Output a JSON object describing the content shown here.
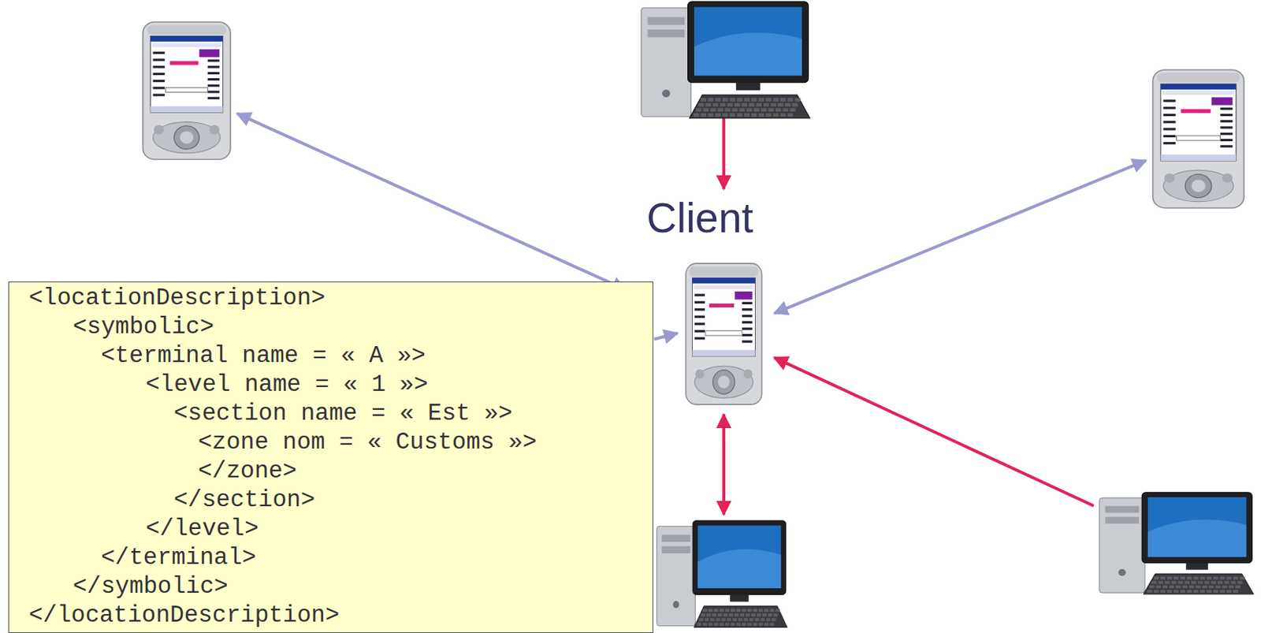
{
  "diagram": {
    "nodes": [
      {
        "text": []
      },
      {
        "text": []
      },
      {
        "text": []
      },
      {
        "text": [
          "Client"
        ]
      },
      {
        "text": [
          "<locationDescription>",
          "<symbolic>",
          "<terminal name = « A »>",
          "<level name = « 1 »>",
          "<section name = « Est »>",
          "<zone nom = « Customs »>",
          "</zone>",
          "</section>",
          "</level>",
          "</terminal>",
          "</symbolic>",
          "</locationDescription>"
        ]
      },
      {
        "text": []
      },
      {
        "text": []
      }
    ],
    "edges": [
      {
        "from": 3,
        "to": 0,
        "arrow": "both"
      },
      {
        "from": 1,
        "to": 3,
        "arrow": "both"
      },
      {
        "from": 3,
        "to": 2,
        "arrow": "both"
      },
      {
        "from": 5,
        "to": 3,
        "arrow": "both"
      },
      {
        "from": 6,
        "to": 3,
        "arrow": "to"
      }
    ]
  }
}
